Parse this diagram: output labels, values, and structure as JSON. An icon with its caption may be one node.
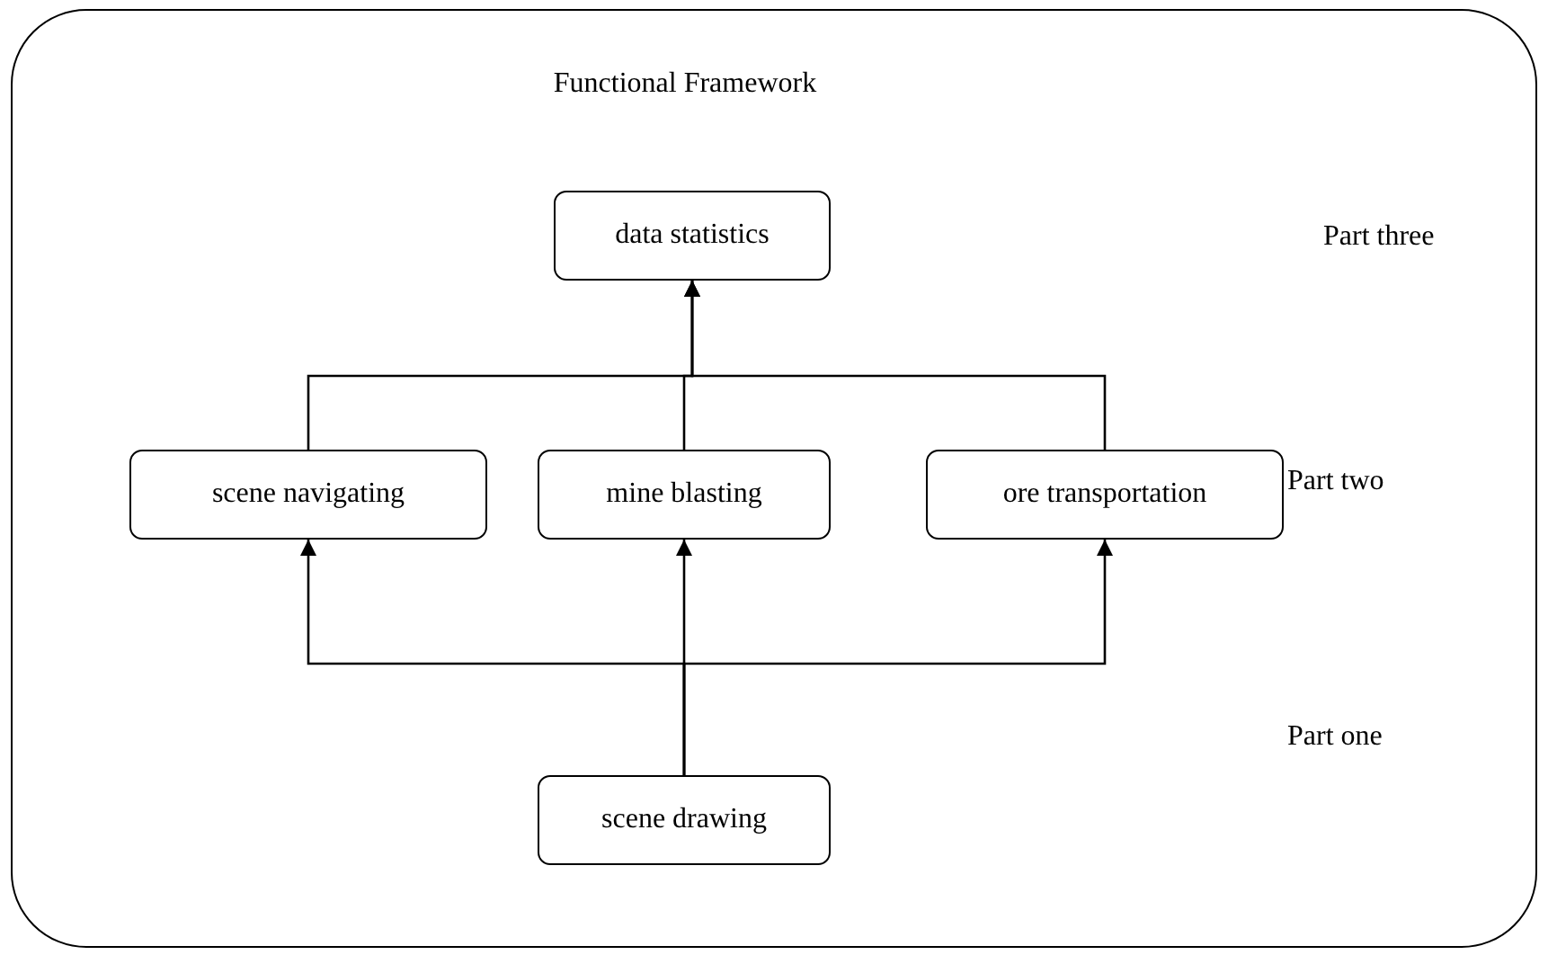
{
  "diagram": {
    "nodes": [
      {
        "text": [
          "Functional Framework"
        ]
      },
      {
        "text": [
          "data statistics"
        ],
        "in": 0
      },
      {
        "text": [
          "scene navigating"
        ],
        "in": 0
      },
      {
        "text": [
          "mine blasting"
        ],
        "in": 0
      },
      {
        "text": [
          "ore transportation"
        ],
        "in": 0
      },
      {
        "text": [
          "scene drawing"
        ],
        "in": 0
      }
    ],
    "edges": [
      {
        "from": 2,
        "to": 1,
        "arrow": "to"
      },
      {
        "from": 3,
        "to": 1,
        "arrow": "to"
      },
      {
        "from": 4,
        "to": 1,
        "arrow": "to"
      },
      {
        "from": 5,
        "to": 2,
        "arrow": "to"
      },
      {
        "from": 5,
        "to": 3,
        "arrow": "to"
      },
      {
        "from": 5,
        "to": 4,
        "arrow": "to"
      }
    ],
    "labels": [
      "Part three",
      "Part two",
      "Part one"
    ]
  }
}
